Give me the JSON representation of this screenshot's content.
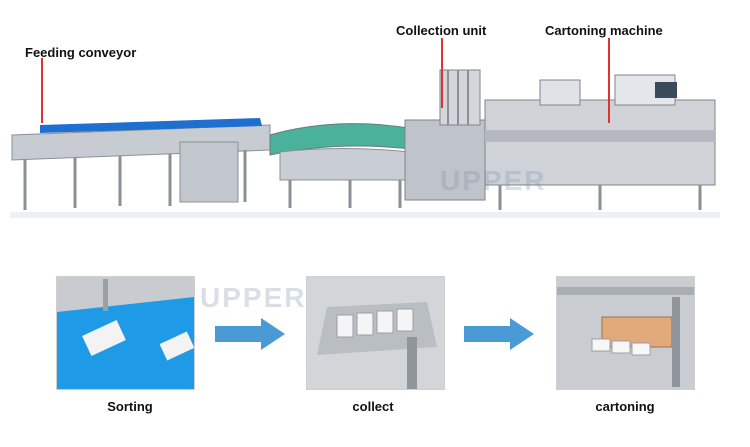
{
  "labels": {
    "feeding": "Feeding conveyor",
    "collection": "Collection unit",
    "cartoning": "Cartoning machine"
  },
  "steps": [
    {
      "caption": "Sorting"
    },
    {
      "caption": "collect"
    },
    {
      "caption": "cartoning"
    }
  ],
  "watermark": "UPPER",
  "colors": {
    "arrow": "#4a9ad6",
    "pointer": "#d33333",
    "conveyor_belt": "#1e6fd0",
    "belt_green": "#4ab29a",
    "steel": "#b9bec4"
  }
}
